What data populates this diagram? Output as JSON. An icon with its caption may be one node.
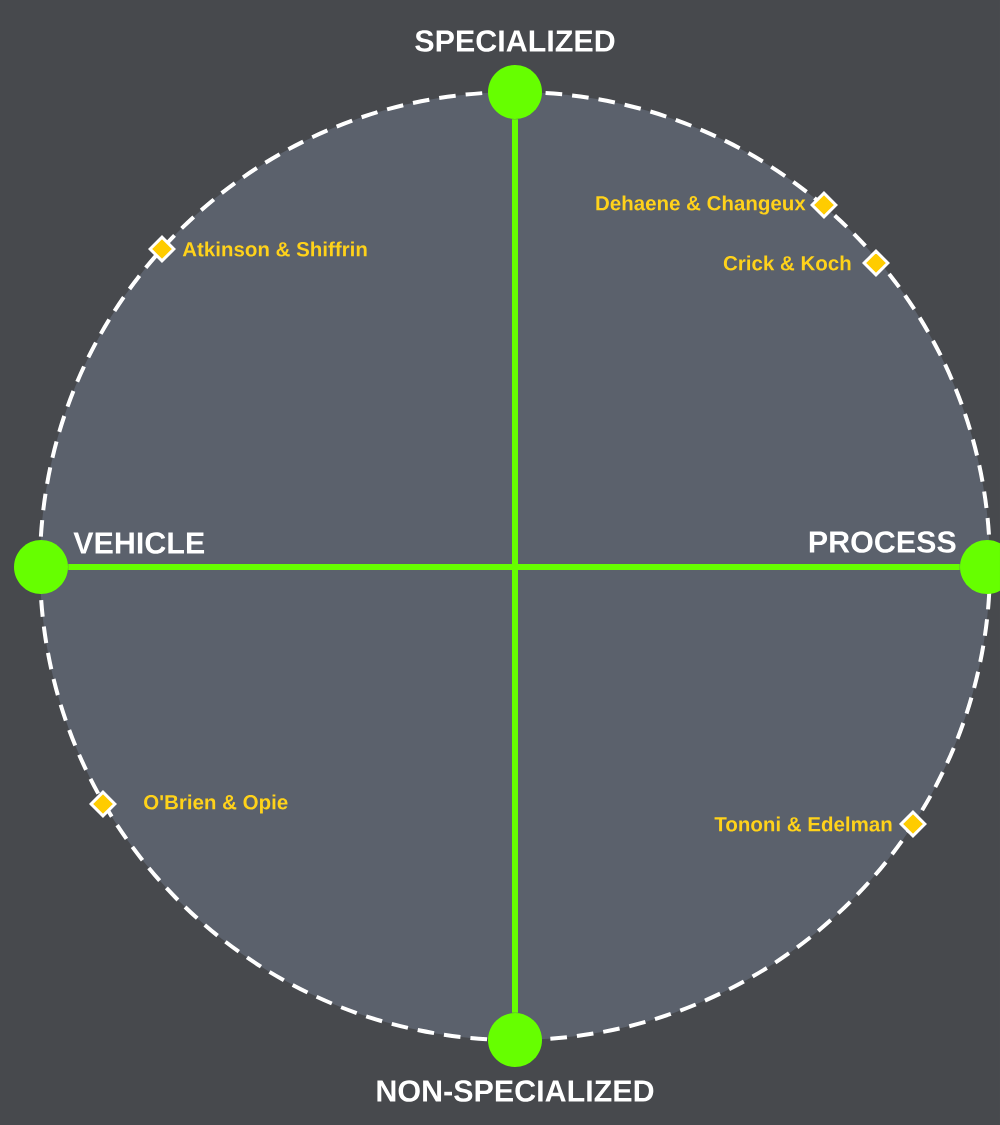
{
  "diagram": {
    "nodes": [
      {
        "text": [
          "SPECIALIZED"
        ]
      },
      {
        "text": [],
        "shape": "diamond",
        "beside": [
          "Dehaene & Changeux"
        ]
      },
      {
        "text": [],
        "shape": "diamond",
        "beside": [
          "Atkinson & Shiffrin"
        ]
      },
      {
        "text": [],
        "shape": "diamond",
        "beside": [
          "Crick & Koch"
        ]
      },
      {
        "text": [
          "VEHICLE"
        ]
      },
      {
        "text": [
          "PROCESS"
        ]
      },
      {
        "text": [],
        "shape": "diamond",
        "beside": [
          "O'Brien & Opie"
        ]
      },
      {
        "text": [],
        "shape": "diamond",
        "beside": [
          "Tononi & Edelman"
        ]
      },
      {
        "text": [
          "NON-SPECIALIZED"
        ]
      }
    ],
    "edges": [
      {
        "from": 0,
        "to": 8,
        "arrow": "none"
      },
      {
        "from": 4,
        "to": 5,
        "arrow": "none"
      }
    ]
  }
}
